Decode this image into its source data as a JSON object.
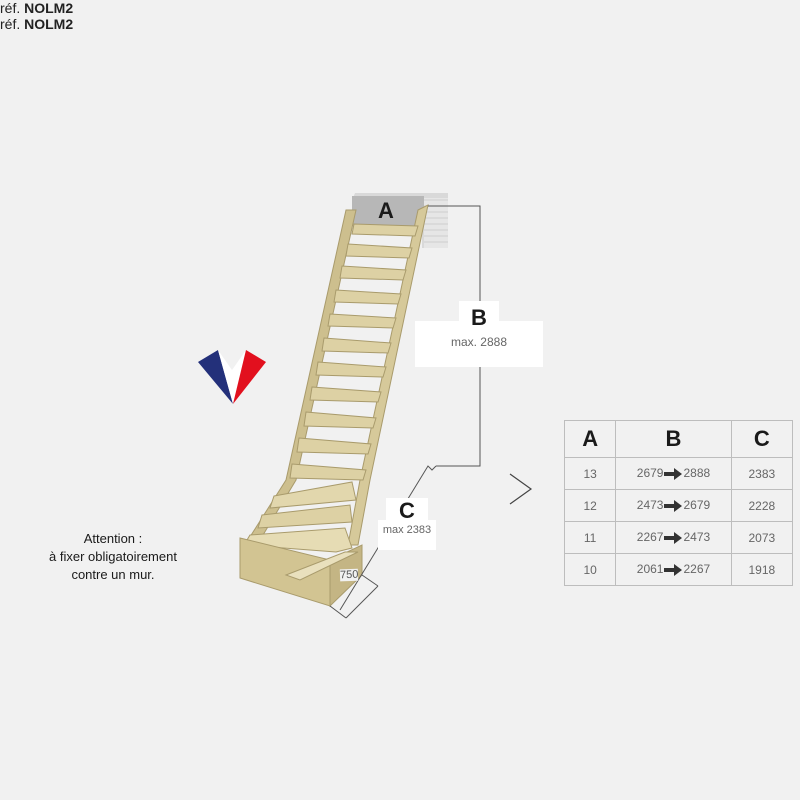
{
  "ref_prefix": "réf.",
  "ref_code": "NOLM2",
  "labels": {
    "a": "A",
    "b": "B",
    "b_sub": "max. 2888",
    "c": "C",
    "c_sub": "max 2383",
    "width": "750"
  },
  "attention": [
    "Attention :",
    "à fixer obligatoirement",
    "contre un mur."
  ],
  "flag_colors": {
    "blue": "#23307a",
    "white": "#ffffff",
    "red": "#e2101e"
  },
  "table": {
    "headers": [
      "A",
      "B",
      "C"
    ],
    "rows": [
      {
        "a": "13",
        "b_from": "2679",
        "b_to": "2888",
        "c": "2383"
      },
      {
        "a": "12",
        "b_from": "2473",
        "b_to": "2679",
        "c": "2228"
      },
      {
        "a": "11",
        "b_from": "2267",
        "b_to": "2473",
        "c": "2073"
      },
      {
        "a": "10",
        "b_from": "2061",
        "b_to": "2267",
        "c": "1918"
      }
    ]
  }
}
